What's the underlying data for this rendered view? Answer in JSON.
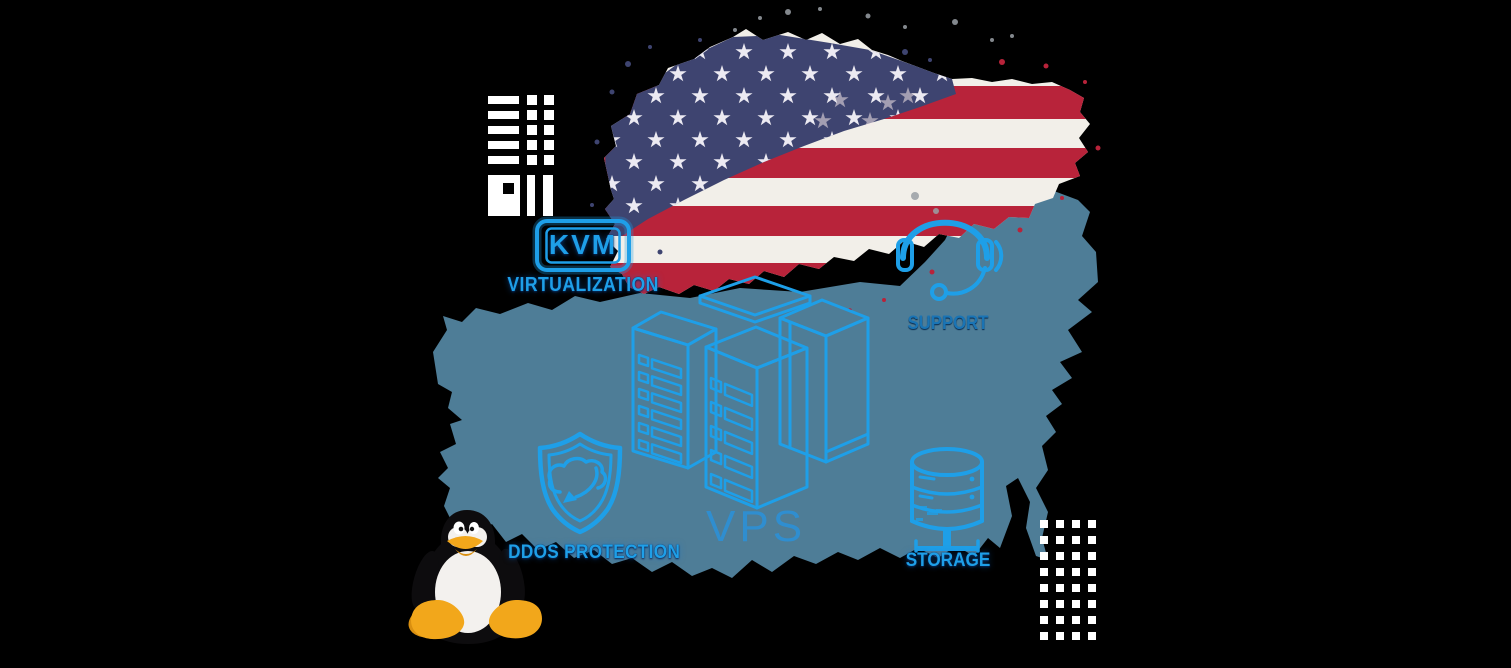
{
  "labels": {
    "kvm": "KVM",
    "virtualization": "VIRTUALIZATION",
    "support": "SUPPORT",
    "vps": "VPS",
    "ddos_protection": "DDOS PROTECTION",
    "storage": "STORAGE"
  },
  "colors": {
    "background": "#000000",
    "map": "#4e7d97",
    "accent": "#1e9fe8",
    "accent_glow": "#0d5bb0",
    "support_text": "#1a74b4",
    "vps_text": "#2f8ed0",
    "flag_red": "#b8233a",
    "flag_white": "#f2efe9",
    "flag_canton": "#3e4470",
    "flag_star": "#eceaf2",
    "decor_white": "#ffffff",
    "tux_body": "#0d0c0e",
    "tux_belly": "#f3f1ee",
    "tux_orange": "#f2a71b",
    "tux_orange_dark": "#d98f10"
  },
  "icons": {
    "map": "russia-map-silhouette",
    "flag": "usa-flag-paint-splash",
    "badge": "kvm-badge-icon",
    "servers": "vps-server-towers-icon",
    "headset": "support-headset-icon",
    "shield": "ddos-shield-cloud-icon",
    "database": "storage-database-icon",
    "mascot": "linux-tux-mascot",
    "pixel_pattern": "pixel-blocks-decor",
    "dot_grid": "dot-grid-decor"
  }
}
